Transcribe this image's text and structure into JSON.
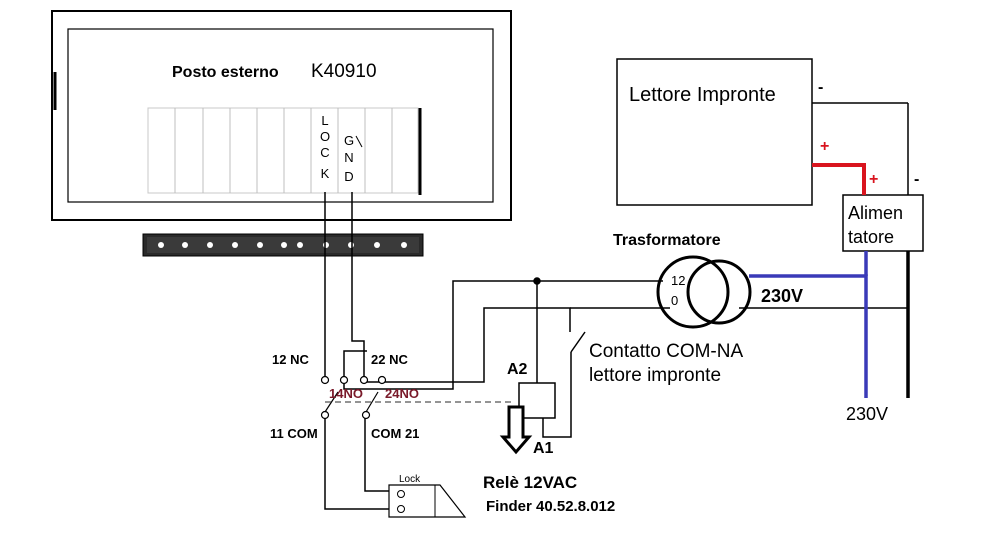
{
  "panel": {
    "label_prefix": "Posto esterno",
    "model": "K40910",
    "lock_letters": [
      "L",
      "O",
      "C",
      "K"
    ],
    "gnd_letters": [
      "G",
      "N",
      "D"
    ]
  },
  "reader": {
    "label": "Lettore Impronte"
  },
  "power_supply": {
    "line1": "Alimen",
    "line2": "tatore"
  },
  "transformer": {
    "label": "Trasformatore",
    "tap_12": "12",
    "tap_0": "0"
  },
  "voltages": {
    "secondary_in": "230V",
    "mains": "230V"
  },
  "polarity": {
    "reader_minus": "-",
    "reader_plus": "+",
    "psu_plus": "+",
    "psu_minus": "-"
  },
  "contact": {
    "line1": "Contatto COM-NA",
    "line2": "lettore impronte"
  },
  "relay": {
    "nc12": "12 NC",
    "nc22": "22 NC",
    "no14": "14NO",
    "no24": "24NO",
    "com11": "11 COM",
    "com21": "COM 21",
    "a2": "A2",
    "a1": "A1",
    "title": "Relè 12VAC",
    "model": "Finder 40.52.8.012"
  },
  "lock": {
    "label": "Lock"
  },
  "colors": {
    "positive": "#d9141e",
    "mains_blue": "#3a3ab8",
    "relay_no_label": "#7a1a2a",
    "wire": "#000000"
  }
}
